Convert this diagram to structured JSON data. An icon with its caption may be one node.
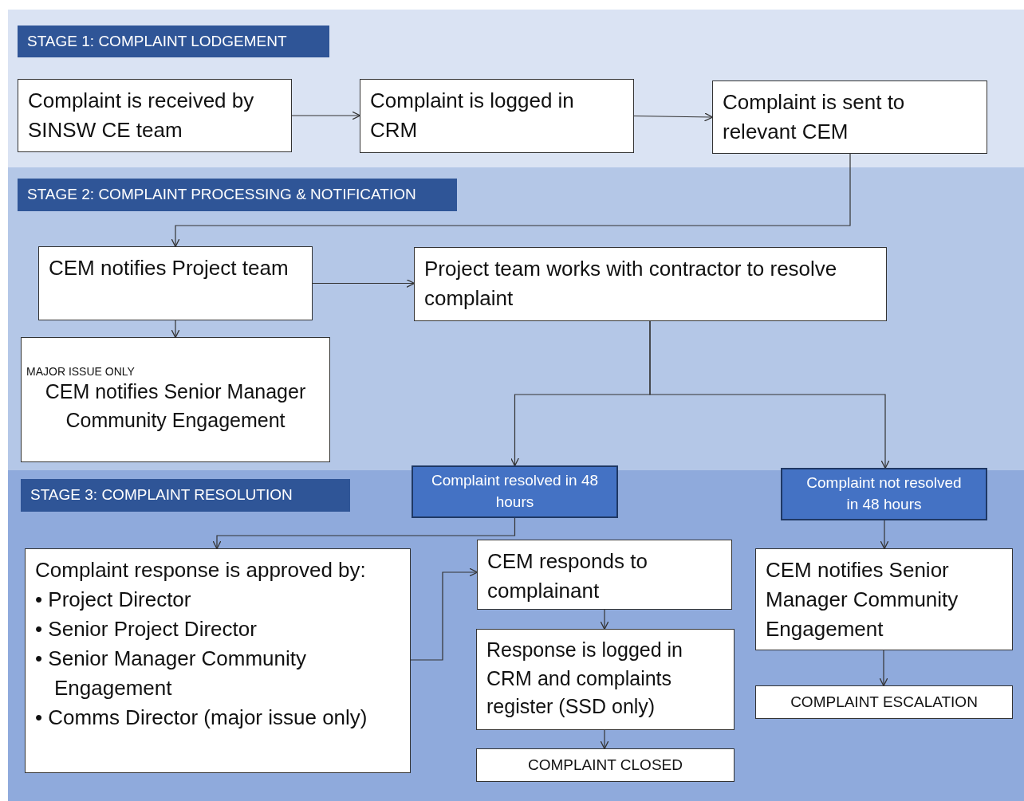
{
  "diagram": {
    "nodes": [
      {
        "text": [
          "STAGE 1: COMPLAINT LODGEMENT"
        ]
      },
      {
        "text": [
          "Complaint is received by SINSW CE team"
        ]
      },
      {
        "text": [
          "Complaint is logged in CRM"
        ]
      },
      {
        "text": [
          "Complaint is sent to relevant CEM"
        ]
      },
      {
        "text": [
          "STAGE 2: COMPLAINT PROCESSING & NOTIFICATION"
        ]
      },
      {
        "text": [
          "CEM notifies Project team"
        ]
      },
      {
        "text": [
          "Project team works with contractor to resolve complaint"
        ]
      },
      {
        "text": [
          "MAJOR ISSUE ONLY",
          "CEM notifies Senior Manager Community Engagement"
        ]
      },
      {
        "text": [
          "STAGE 3: COMPLAINT RESOLUTION"
        ]
      },
      {
        "text": [
          "Complaint resolved in 48 hours"
        ]
      },
      {
        "text": [
          "Complaint not resolved in 48 hours"
        ]
      },
      {
        "text": [
          "Complaint response is approved by:",
          "• Project Director",
          "• Senior Project Director",
          "• Senior Manager Community Engagement",
          "• Comms Director (major issue only)"
        ]
      },
      {
        "text": [
          "CEM responds to complainant"
        ]
      },
      {
        "text": [
          "Response is logged in CRM and complaints register (SSD only)"
        ]
      },
      {
        "text": [
          "COMPLAINT CLOSED"
        ]
      },
      {
        "text": [
          "CEM notifies Senior Manager Community Engagement"
        ]
      },
      {
        "text": [
          "COMPLAINT ESCALATION"
        ]
      }
    ],
    "edges": [
      {
        "from": 1,
        "to": 2,
        "arrow": "to"
      },
      {
        "from": 2,
        "to": 3,
        "arrow": "to"
      },
      {
        "from": 3,
        "to": 5,
        "arrow": "to"
      },
      {
        "from": 5,
        "to": 6,
        "arrow": "to"
      },
      {
        "from": 5,
        "to": 7,
        "arrow": "to"
      },
      {
        "from": 6,
        "to": 9,
        "arrow": "to"
      },
      {
        "from": 6,
        "to": 10,
        "arrow": "to"
      },
      {
        "from": 9,
        "to": 11,
        "arrow": "to"
      },
      {
        "from": 11,
        "to": 12,
        "arrow": "to"
      },
      {
        "from": 12,
        "to": 13,
        "arrow": "to"
      },
      {
        "from": 13,
        "to": 14,
        "arrow": "to"
      },
      {
        "from": 10,
        "to": 15,
        "arrow": "to"
      },
      {
        "from": 15,
        "to": 16,
        "arrow": "to"
      }
    ]
  }
}
